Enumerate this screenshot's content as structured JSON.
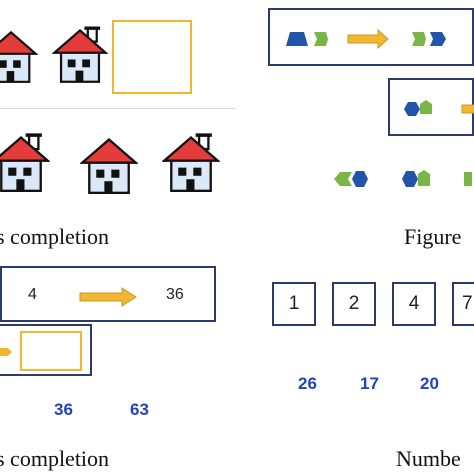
{
  "captions": {
    "top_left": "s completion",
    "top_right": "Figure",
    "bottom_left": "s completion",
    "bottom_right": "Numbe"
  },
  "sequence_panel": {
    "first_value": "4",
    "second_value": "36"
  },
  "options_bottom_left": [
    "36",
    "63"
  ],
  "number_boxes": [
    "1",
    "2",
    "4",
    "7"
  ],
  "options_bottom_right": [
    "26",
    "17",
    "20"
  ],
  "colors": {
    "roof_red": "#e43b3b",
    "house_blue": "#dbe8f7",
    "answer_box_orange": "#f2b632",
    "frame_navy": "#2d3a6b",
    "shape_blue": "#2255aa",
    "shape_green": "#7ab646",
    "option_blue": "#2244bb"
  }
}
